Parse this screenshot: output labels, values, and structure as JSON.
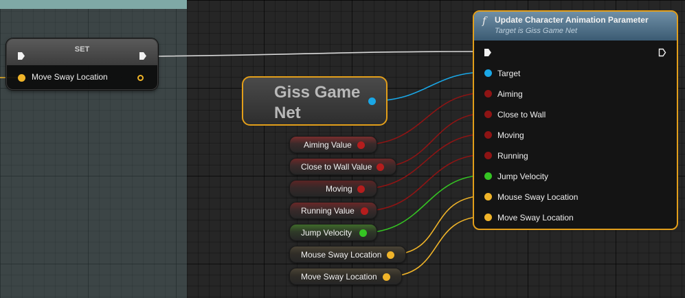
{
  "set_node": {
    "title": "SET",
    "pin_label": "Move Sway Location"
  },
  "giss_node": {
    "title": "Giss Game Net"
  },
  "getters": [
    {
      "label": "Aiming Value",
      "pin_color": "#b51d1d"
    },
    {
      "label": "Close to Wall Value",
      "pin_color": "#b51d1d"
    },
    {
      "label": "Moving",
      "pin_color": "#b51d1d"
    },
    {
      "label": "Running Value",
      "pin_color": "#b51d1d"
    },
    {
      "label": "Jump Velocity",
      "pin_color": "#35c423"
    },
    {
      "label": "Mouse Sway Location",
      "pin_color": "#f0b429"
    },
    {
      "label": "Move Sway Location",
      "pin_color": "#f0b429"
    }
  ],
  "function_node": {
    "icon": "f",
    "title": "Update Character Animation Parameter",
    "subtitle": "Target is Giss Game Net",
    "inputs": [
      {
        "label": "Target",
        "pin_color": "#1aa7e6"
      },
      {
        "label": "Aiming",
        "pin_color": "#b51d1d"
      },
      {
        "label": "Close to Wall",
        "pin_color": "#b51d1d"
      },
      {
        "label": "Moving",
        "pin_color": "#b51d1d"
      },
      {
        "label": "Running",
        "pin_color": "#b51d1d"
      },
      {
        "label": "Jump Velocity",
        "pin_color": "#35c423"
      },
      {
        "label": "Mouse Sway Location",
        "pin_color": "#f0b429"
      },
      {
        "label": "Move Sway Location",
        "pin_color": "#f0b429"
      }
    ]
  },
  "colors": {
    "selection_outline": "#e39f1a",
    "function_header": "#4e6e86",
    "bool_pin": "#b51d1d",
    "float_pin": "#35c423",
    "struct_pin": "#f0b429",
    "object_pin": "#1aa7e6",
    "exec_wire": "#d8d8d8"
  }
}
